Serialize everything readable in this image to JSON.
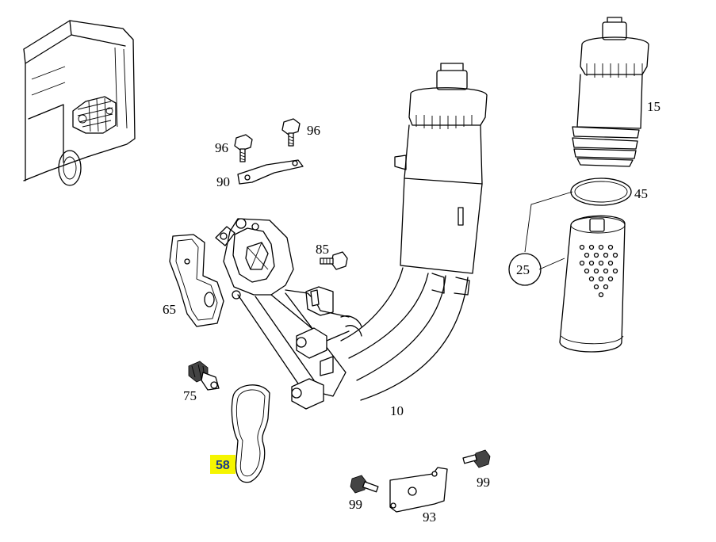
{
  "callouts": {
    "p10": "10",
    "p15": "15",
    "p25": "25",
    "p45": "45",
    "p58": "58",
    "p65": "65",
    "p75": "75",
    "p85": "85",
    "p90": "90",
    "p93": "93",
    "p96a": "96",
    "p96b": "96",
    "p99a": "99",
    "p99b": "99"
  },
  "highlight": {
    "part": "58",
    "color": "#f5f500"
  }
}
